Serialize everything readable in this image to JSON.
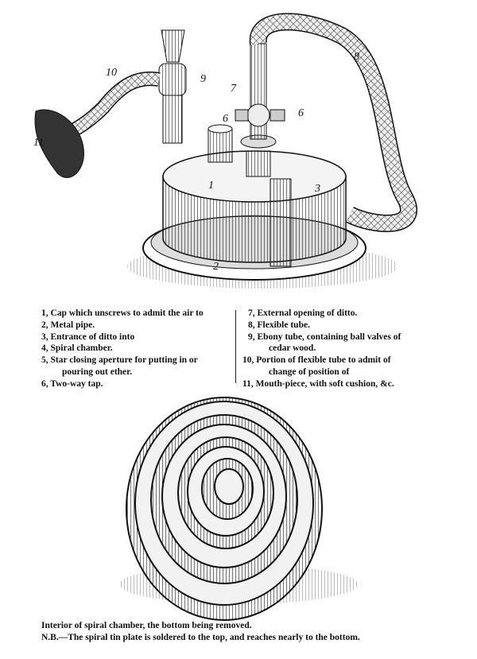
{
  "figure_top": {
    "labels": [
      "10",
      "9",
      "7",
      "8",
      "6",
      "6",
      "11",
      "1",
      "3",
      "2"
    ]
  },
  "legend": {
    "left": [
      "1, Cap which unscrews to admit the air to",
      "2, Metal pipe.",
      "3, Entrance of ditto into",
      "4, Spiral chamber.",
      "5, Star closing aperture for putting in or",
      "pouring out ether.",
      "6, Two-way tap."
    ],
    "right": [
      "7, External opening of ditto.",
      "8, Flexible tube.",
      "9, Ebony tube, containing ball valves of",
      "cedar wood.",
      "10, Portion of flexible tube to admit of",
      "change of position of",
      "11, Mouth-piece, with soft cushion, &c."
    ]
  },
  "caption": {
    "line1": "Interior of spiral chamber, the bottom being removed.",
    "line2": "N.B.—The spiral tin plate is soldered to the top, and reaches nearly to the bottom."
  }
}
